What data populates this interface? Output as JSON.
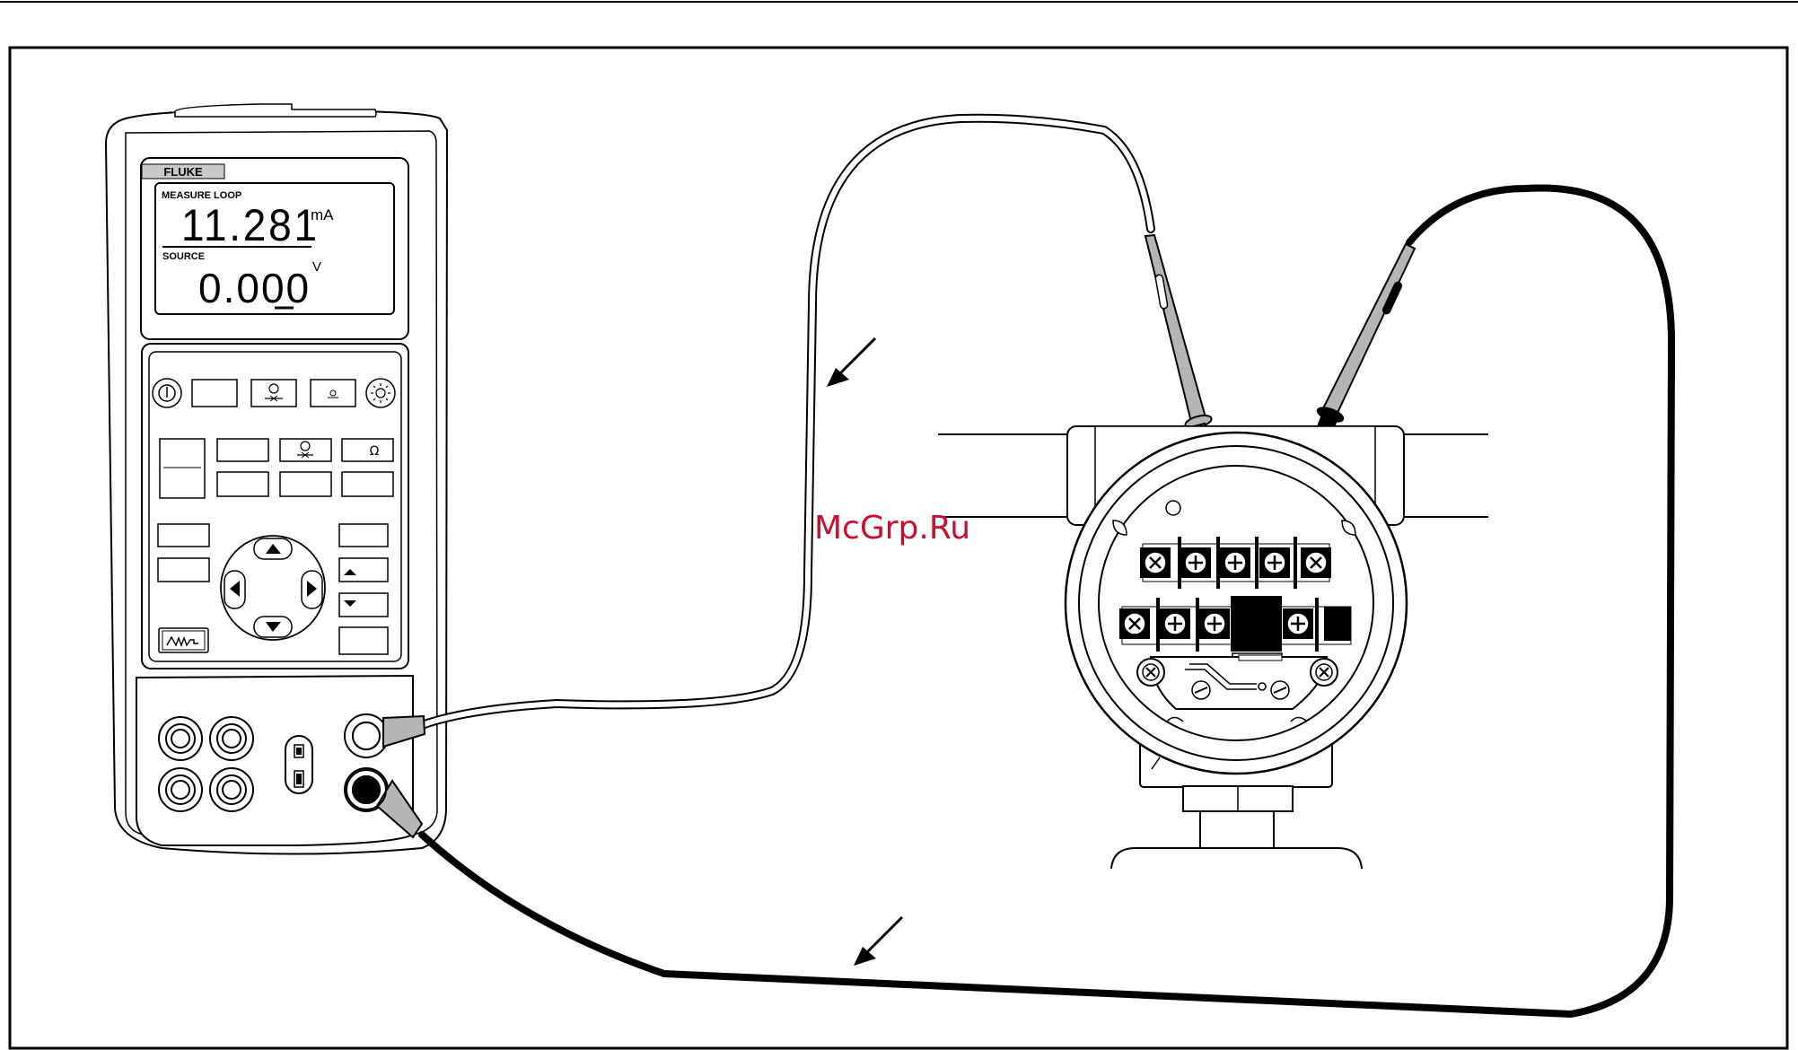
{
  "calibrator": {
    "brand": "FLUKE",
    "top_mode_label": "MEASURE LOOP",
    "primary_reading": "11.281",
    "primary_unit": "mA",
    "secondary_mode_label": "SOURCE",
    "secondary_reading": "0.000",
    "secondary_unit": "V",
    "function_key_symbol": "Ω",
    "icons": [
      "power-icon",
      "loop-power-icon",
      "pressure-icon",
      "backlight-icon",
      "up-arrow-icon",
      "down-arrow-icon",
      "left-arrow-icon",
      "right-arrow-icon",
      "ramp-icon"
    ]
  },
  "watermark": "McGrp.Ru",
  "colors": {
    "line": "#000000",
    "watermark": "#c8102e",
    "probe_gray": "#b5b5b5"
  }
}
